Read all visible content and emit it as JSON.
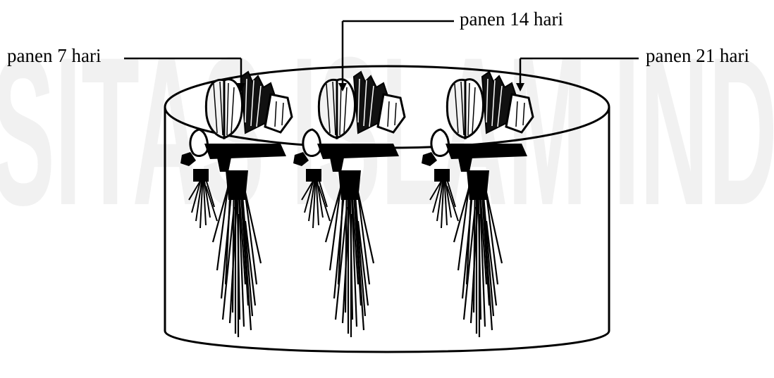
{
  "labels": {
    "harvest_7": "panen 7 hari",
    "harvest_14": "panen 14 hari",
    "harvest_21": "panen 21 hari"
  },
  "watermark": {
    "text": "UNIVERSITAS ISLAM INDONESIA",
    "color": "#e6e6e6"
  },
  "colors": {
    "ink": "#000000",
    "background": "#ffffff",
    "leaf_fill": "#f2f2f2"
  },
  "icons": [
    "cylinder-pot-icon",
    "plant-icon"
  ]
}
